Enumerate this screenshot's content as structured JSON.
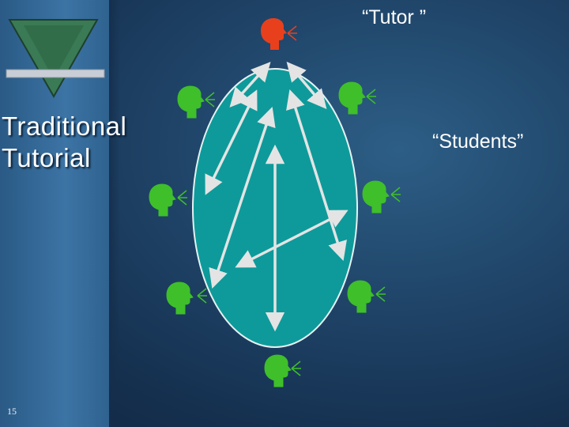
{
  "slide": {
    "title_line1": "Traditional",
    "title_line2": "Tutorial",
    "page_number": "15"
  },
  "diagram": {
    "tutor_label": "“Tutor ”",
    "students_label": "“Students”",
    "colors": {
      "tutor_head": "#e8401c",
      "student_head": "#3fbf2a",
      "ellipse_fill": "#0e9a9a",
      "ellipse_stroke": "#e6f2f2",
      "arrow": "#e4e4e4",
      "background": "#1f4468"
    }
  }
}
